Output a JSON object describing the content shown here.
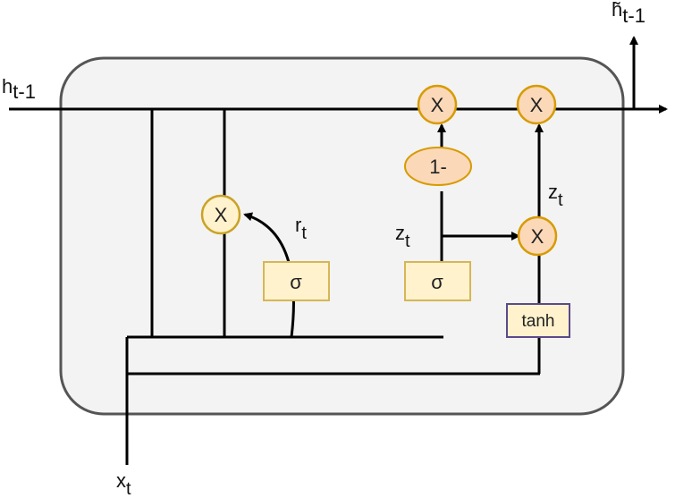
{
  "diagram": {
    "inputs": {
      "h_prev": {
        "base": "h",
        "sub": "t-1"
      },
      "x": {
        "base": "x",
        "sub": "t"
      }
    },
    "output": {
      "base": "h̃",
      "sub": "t-1"
    },
    "gates": {
      "reset_sigma": "σ",
      "update_sigma": "σ",
      "tanh": "tanh",
      "one_minus": "1-"
    },
    "multiply_symbol": "X",
    "signals": {
      "r": {
        "base": "r",
        "sub": "t"
      },
      "z_left": {
        "base": "z",
        "sub": "t"
      },
      "z_right": {
        "base": "z",
        "sub": "t"
      }
    },
    "colors": {
      "cell_background": "#f3f3f3",
      "cell_border": "#555555",
      "op_fill_orange": "#fbd8b8",
      "op_stroke_orange": "#d79b00",
      "op_fill_yellow": "#fff2cc",
      "op_stroke_yellow": "#c9a227",
      "gate_fill": "#fff2cc",
      "gate_stroke": "#d6b656",
      "tanh_stroke": "#5a4a8a"
    }
  }
}
